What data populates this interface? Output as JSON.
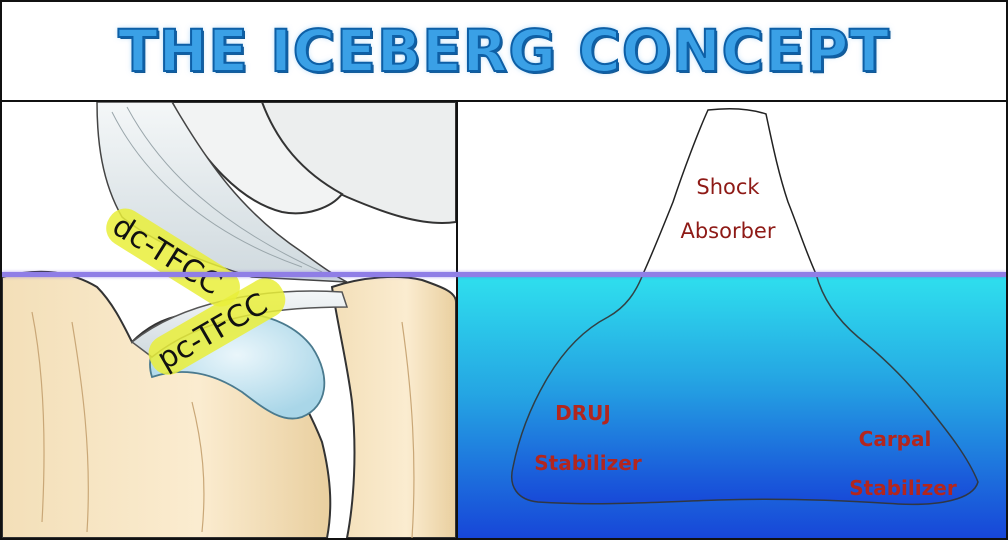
{
  "title": "THE ICEBERG CONCEPT",
  "anatomy": {
    "dorsal_label": "dc-TFCC",
    "proximal_label": "pc-TFCC"
  },
  "iceberg": {
    "tip_line1": "Shock",
    "tip_line2": "Absorber",
    "left_line1": "DRUJ",
    "left_line2": "Stabilizer",
    "right_line1": "Carpal",
    "right_line2": "Stabilizer"
  },
  "colors": {
    "title": "#3aa0e6",
    "label_red": "#b3261e",
    "water_top": "#2fe0ee",
    "water_bottom": "#1746d8",
    "horizon": "#8f7ee6",
    "highlight": "#e9ef3a"
  }
}
